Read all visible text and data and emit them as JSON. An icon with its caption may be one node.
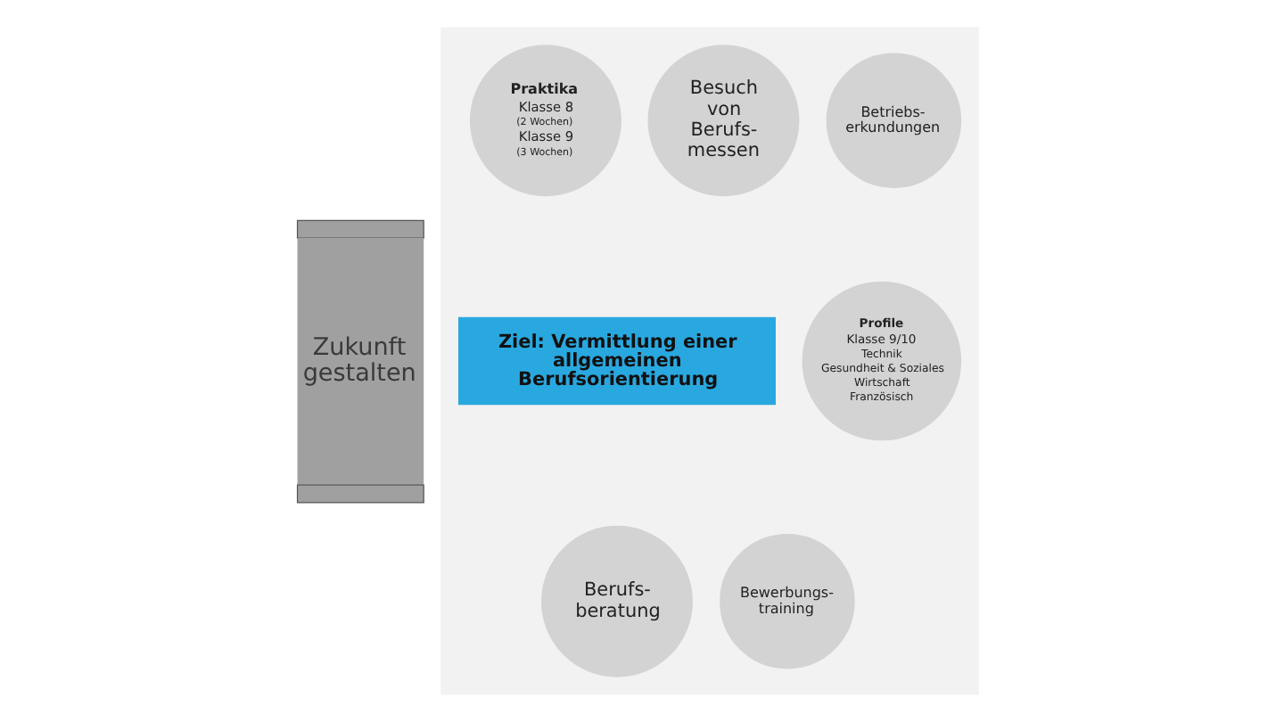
{
  "diagram": {
    "nodes": [
      {
        "text": [
          "Zukunft gestalten"
        ]
      },
      {
        "text": [],
        "shape": "box"
      },
      {
        "text": [
          "Praktika",
          "Klasse 8",
          "(2 Wochen)",
          "Klasse 9",
          "(3 Wochen)"
        ],
        "in": 1
      },
      {
        "text": [
          "Besuch von Berufs- messen"
        ],
        "in": 1
      },
      {
        "text": [
          "Betriebs- erkundungen"
        ],
        "in": 1
      },
      {
        "text": [
          "Ziel: Vermittlung einer allgemeinen Berufsorientierung"
        ],
        "in": 1
      },
      {
        "text": [
          "Profile",
          "Klasse 9/10",
          "Technik",
          "Gesundheit & Soziales",
          "Wirtschaft",
          "Französisch"
        ],
        "in": 1
      },
      {
        "text": [
          "Berufs- beratung"
        ],
        "in": 1
      },
      {
        "text": [
          "Bewerbungs- training"
        ],
        "in": 1
      }
    ],
    "edges": []
  }
}
